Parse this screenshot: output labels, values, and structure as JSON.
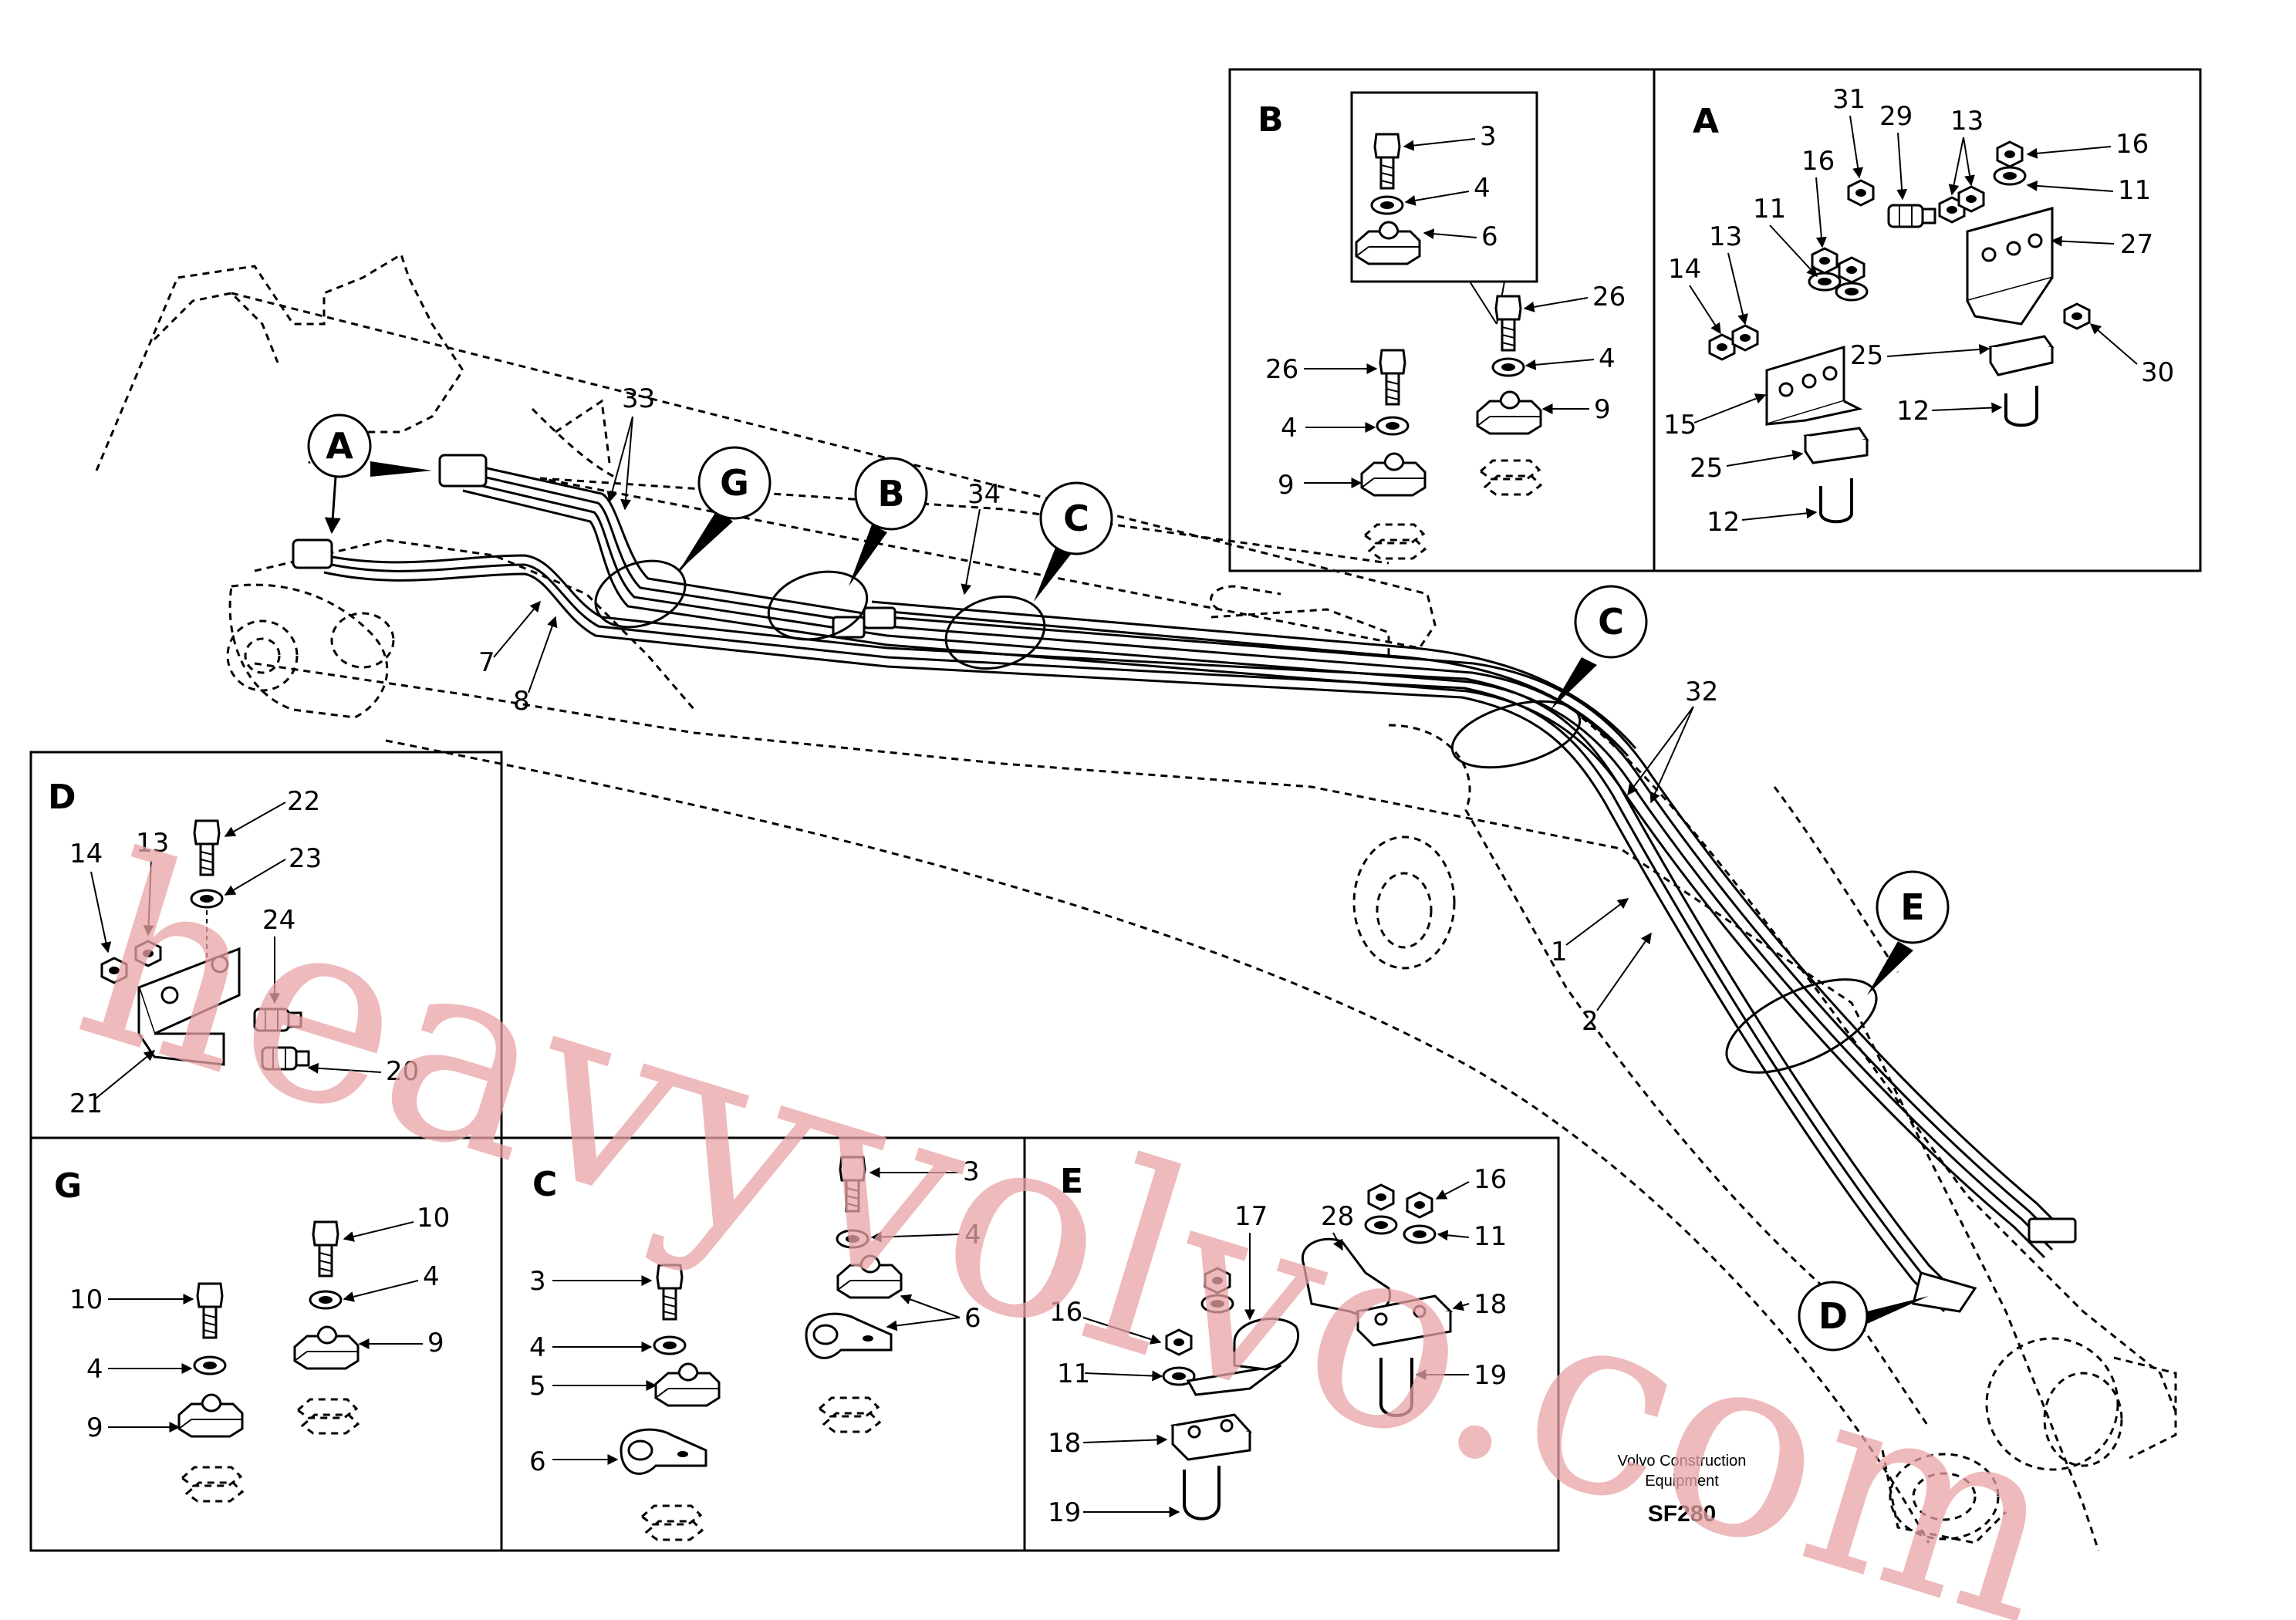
{
  "watermark": "heavyvolvo.com",
  "caption": {
    "maker": "Volvo Construction",
    "maker2": "Equipment",
    "code": "SF280"
  },
  "callouts": {
    "A": "A",
    "B": "B",
    "C1": "C",
    "C2": "C",
    "G": "G",
    "E": "E",
    "D": "D"
  },
  "main_labels": {
    "l33": "33",
    "l34": "34",
    "l32": "32",
    "l7": "7",
    "l8": "8",
    "l1": "1",
    "l2": "2"
  },
  "panel_B": {
    "title": "B",
    "l3": "3",
    "l4a": "4",
    "l6": "6",
    "l26a": "26",
    "l4b": "4",
    "l9a": "9",
    "l26b": "26",
    "l4c": "4",
    "l9b": "9"
  },
  "panel_A": {
    "title": "A",
    "l31": "31",
    "l29": "29",
    "l13a": "13",
    "l16a": "16",
    "l11a": "11",
    "l16b": "16",
    "l11b": "11",
    "l27": "27",
    "l14": "14",
    "l13b": "13",
    "l25a": "25",
    "l30": "30",
    "l15": "15",
    "l12a": "12",
    "l25b": "25",
    "l12b": "12"
  },
  "panel_D": {
    "title": "D",
    "l22": "22",
    "l14": "14",
    "l13": "13",
    "l23": "23",
    "l24": "24",
    "l21": "21",
    "l20": "20"
  },
  "panel_G": {
    "title": "G",
    "l10a": "10",
    "l4a": "4",
    "l9a": "9",
    "l10b": "10",
    "l4b": "4",
    "l9b": "9"
  },
  "panel_C": {
    "title": "C",
    "l3a": "3",
    "l4a": "4",
    "l5": "5",
    "l6a": "6",
    "l3b": "3",
    "l4b": "4",
    "l6b": "6"
  },
  "panel_E": {
    "title": "E",
    "l28": "28",
    "l17": "17",
    "l16a": "16",
    "l11a": "11",
    "l18a": "18",
    "l19a": "19",
    "l16b": "16",
    "l11b": "11",
    "l18b": "18",
    "l19b": "19"
  }
}
